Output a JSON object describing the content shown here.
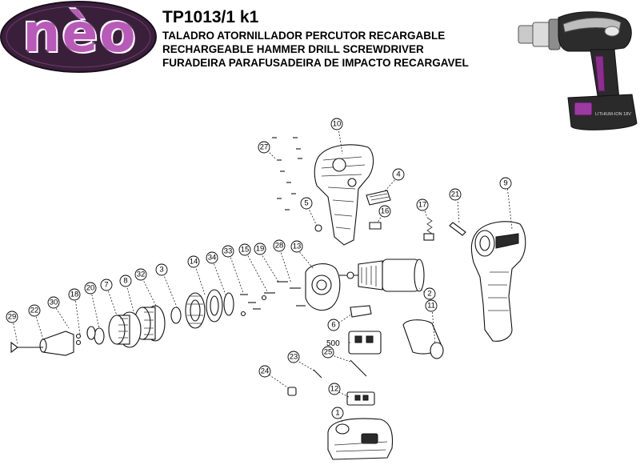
{
  "brand": {
    "logo_text": "nèo",
    "logo_bg": "#3a1f3b",
    "logo_fg": "#b75ab8"
  },
  "header": {
    "model_code": "TP1013/1 k1",
    "title_es": "TALADRO ATORNILLADOR PERCUTOR RECARGABLE",
    "title_en": "RECHARGEABLE HAMMER DRILL SCREWDRIVER",
    "title_pt": "FURADEIRA PARAFUSADEIRA DE IMPACTO RECARGAVEL"
  },
  "battery_label": "LITHIUM-ION 18V",
  "accent_color": "#9b3aa0",
  "callouts": [
    {
      "id": "c10",
      "label": "10"
    },
    {
      "id": "c27",
      "label": "27"
    },
    {
      "id": "c4",
      "label": "4"
    },
    {
      "id": "c5",
      "label": "5"
    },
    {
      "id": "c16",
      "label": "16"
    },
    {
      "id": "c17",
      "label": "17"
    },
    {
      "id": "c21",
      "label": "21"
    },
    {
      "id": "c9",
      "label": "9"
    },
    {
      "id": "c15",
      "label": "15"
    },
    {
      "id": "c19",
      "label": "19"
    },
    {
      "id": "c28",
      "label": "28"
    },
    {
      "id": "c13",
      "label": "13"
    },
    {
      "id": "c33",
      "label": "33"
    },
    {
      "id": "c34",
      "label": "34"
    },
    {
      "id": "c14",
      "label": "14"
    },
    {
      "id": "c3",
      "label": "3"
    },
    {
      "id": "c32",
      "label": "32"
    },
    {
      "id": "c8",
      "label": "8"
    },
    {
      "id": "c7",
      "label": "7"
    },
    {
      "id": "c20",
      "label": "20"
    },
    {
      "id": "c18",
      "label": "18"
    },
    {
      "id": "c30",
      "label": "30"
    },
    {
      "id": "c22",
      "label": "22"
    },
    {
      "id": "c29",
      "label": "29"
    },
    {
      "id": "c2",
      "label": "2"
    },
    {
      "id": "c11",
      "label": "11"
    },
    {
      "id": "c6",
      "label": "6"
    },
    {
      "id": "c23",
      "label": "23"
    },
    {
      "id": "c25",
      "label": "25"
    },
    {
      "id": "c24",
      "label": "24"
    },
    {
      "id": "c12",
      "label": "12"
    },
    {
      "id": "c1",
      "label": "1"
    }
  ],
  "part_500_label": "500"
}
